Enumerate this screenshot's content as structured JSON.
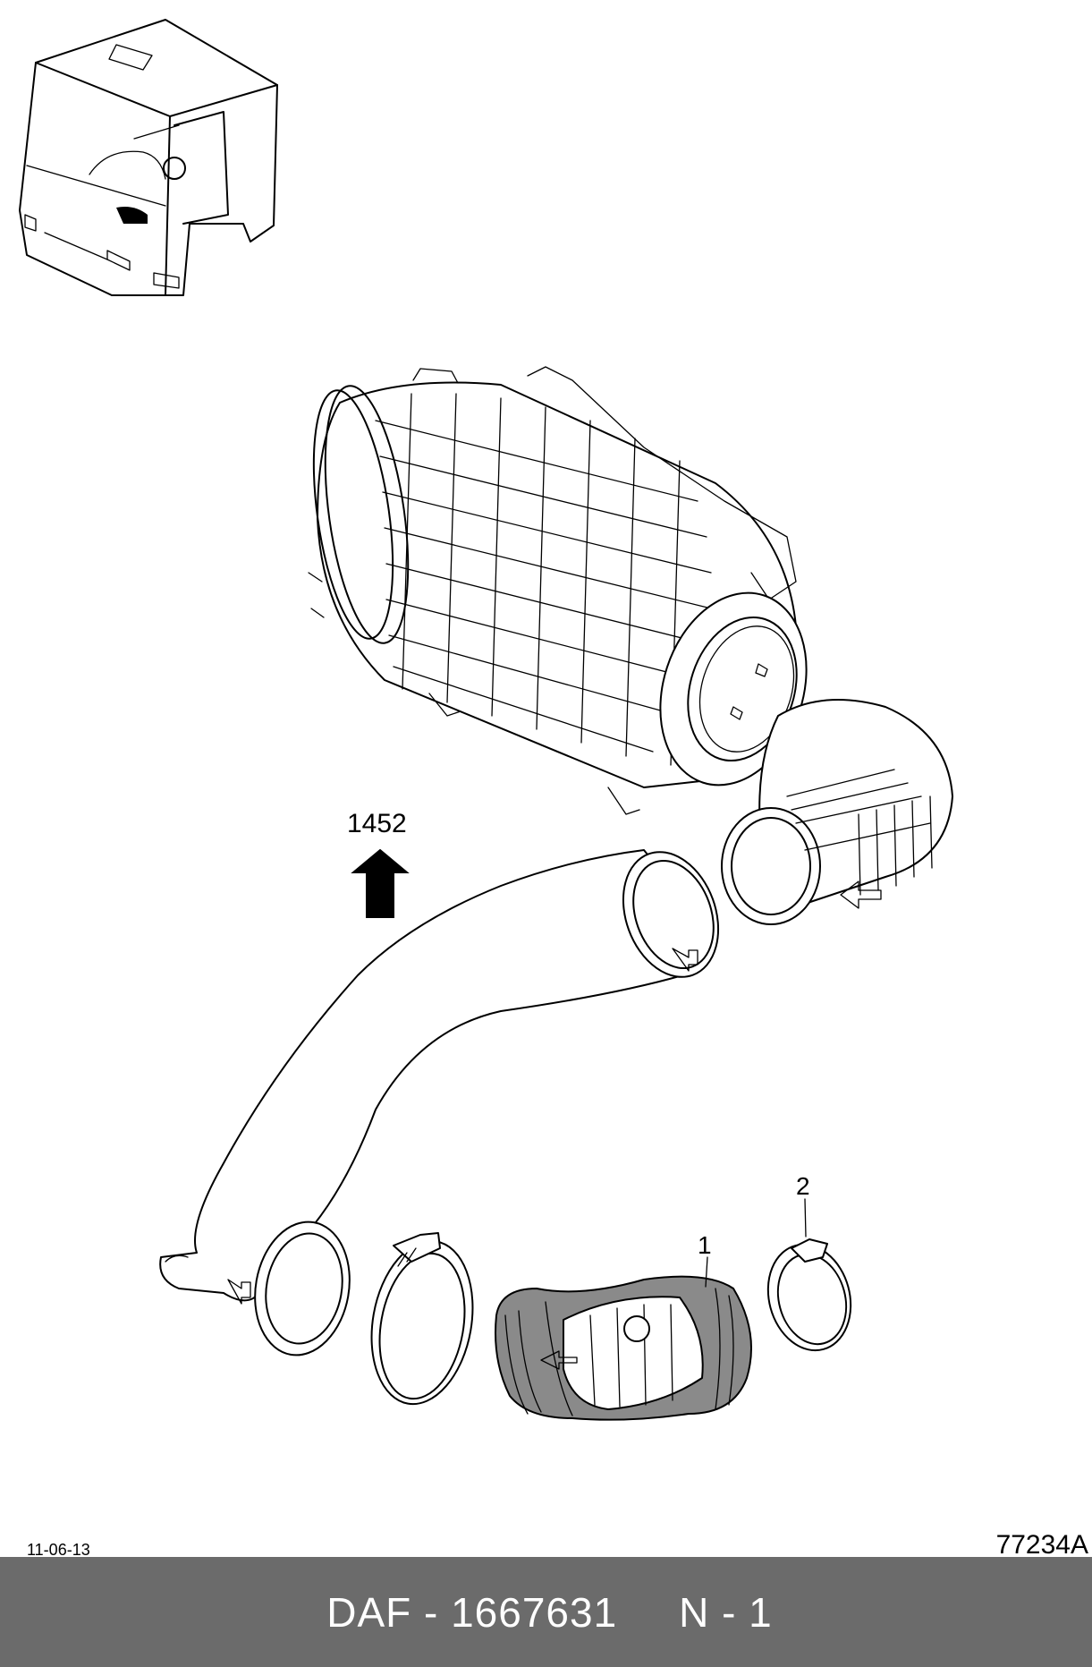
{
  "callouts": {
    "reference": "1452",
    "part_1": "1",
    "part_2": "2"
  },
  "date": "11-06-13",
  "drawing_number": "77234A",
  "footer": {
    "text": "DAF - 1667631     N - 1"
  },
  "colors": {
    "footer_background": "#6b6b6b",
    "footer_text": "#ffffff",
    "line": "#000000",
    "rubber": "#8a8a8a"
  }
}
